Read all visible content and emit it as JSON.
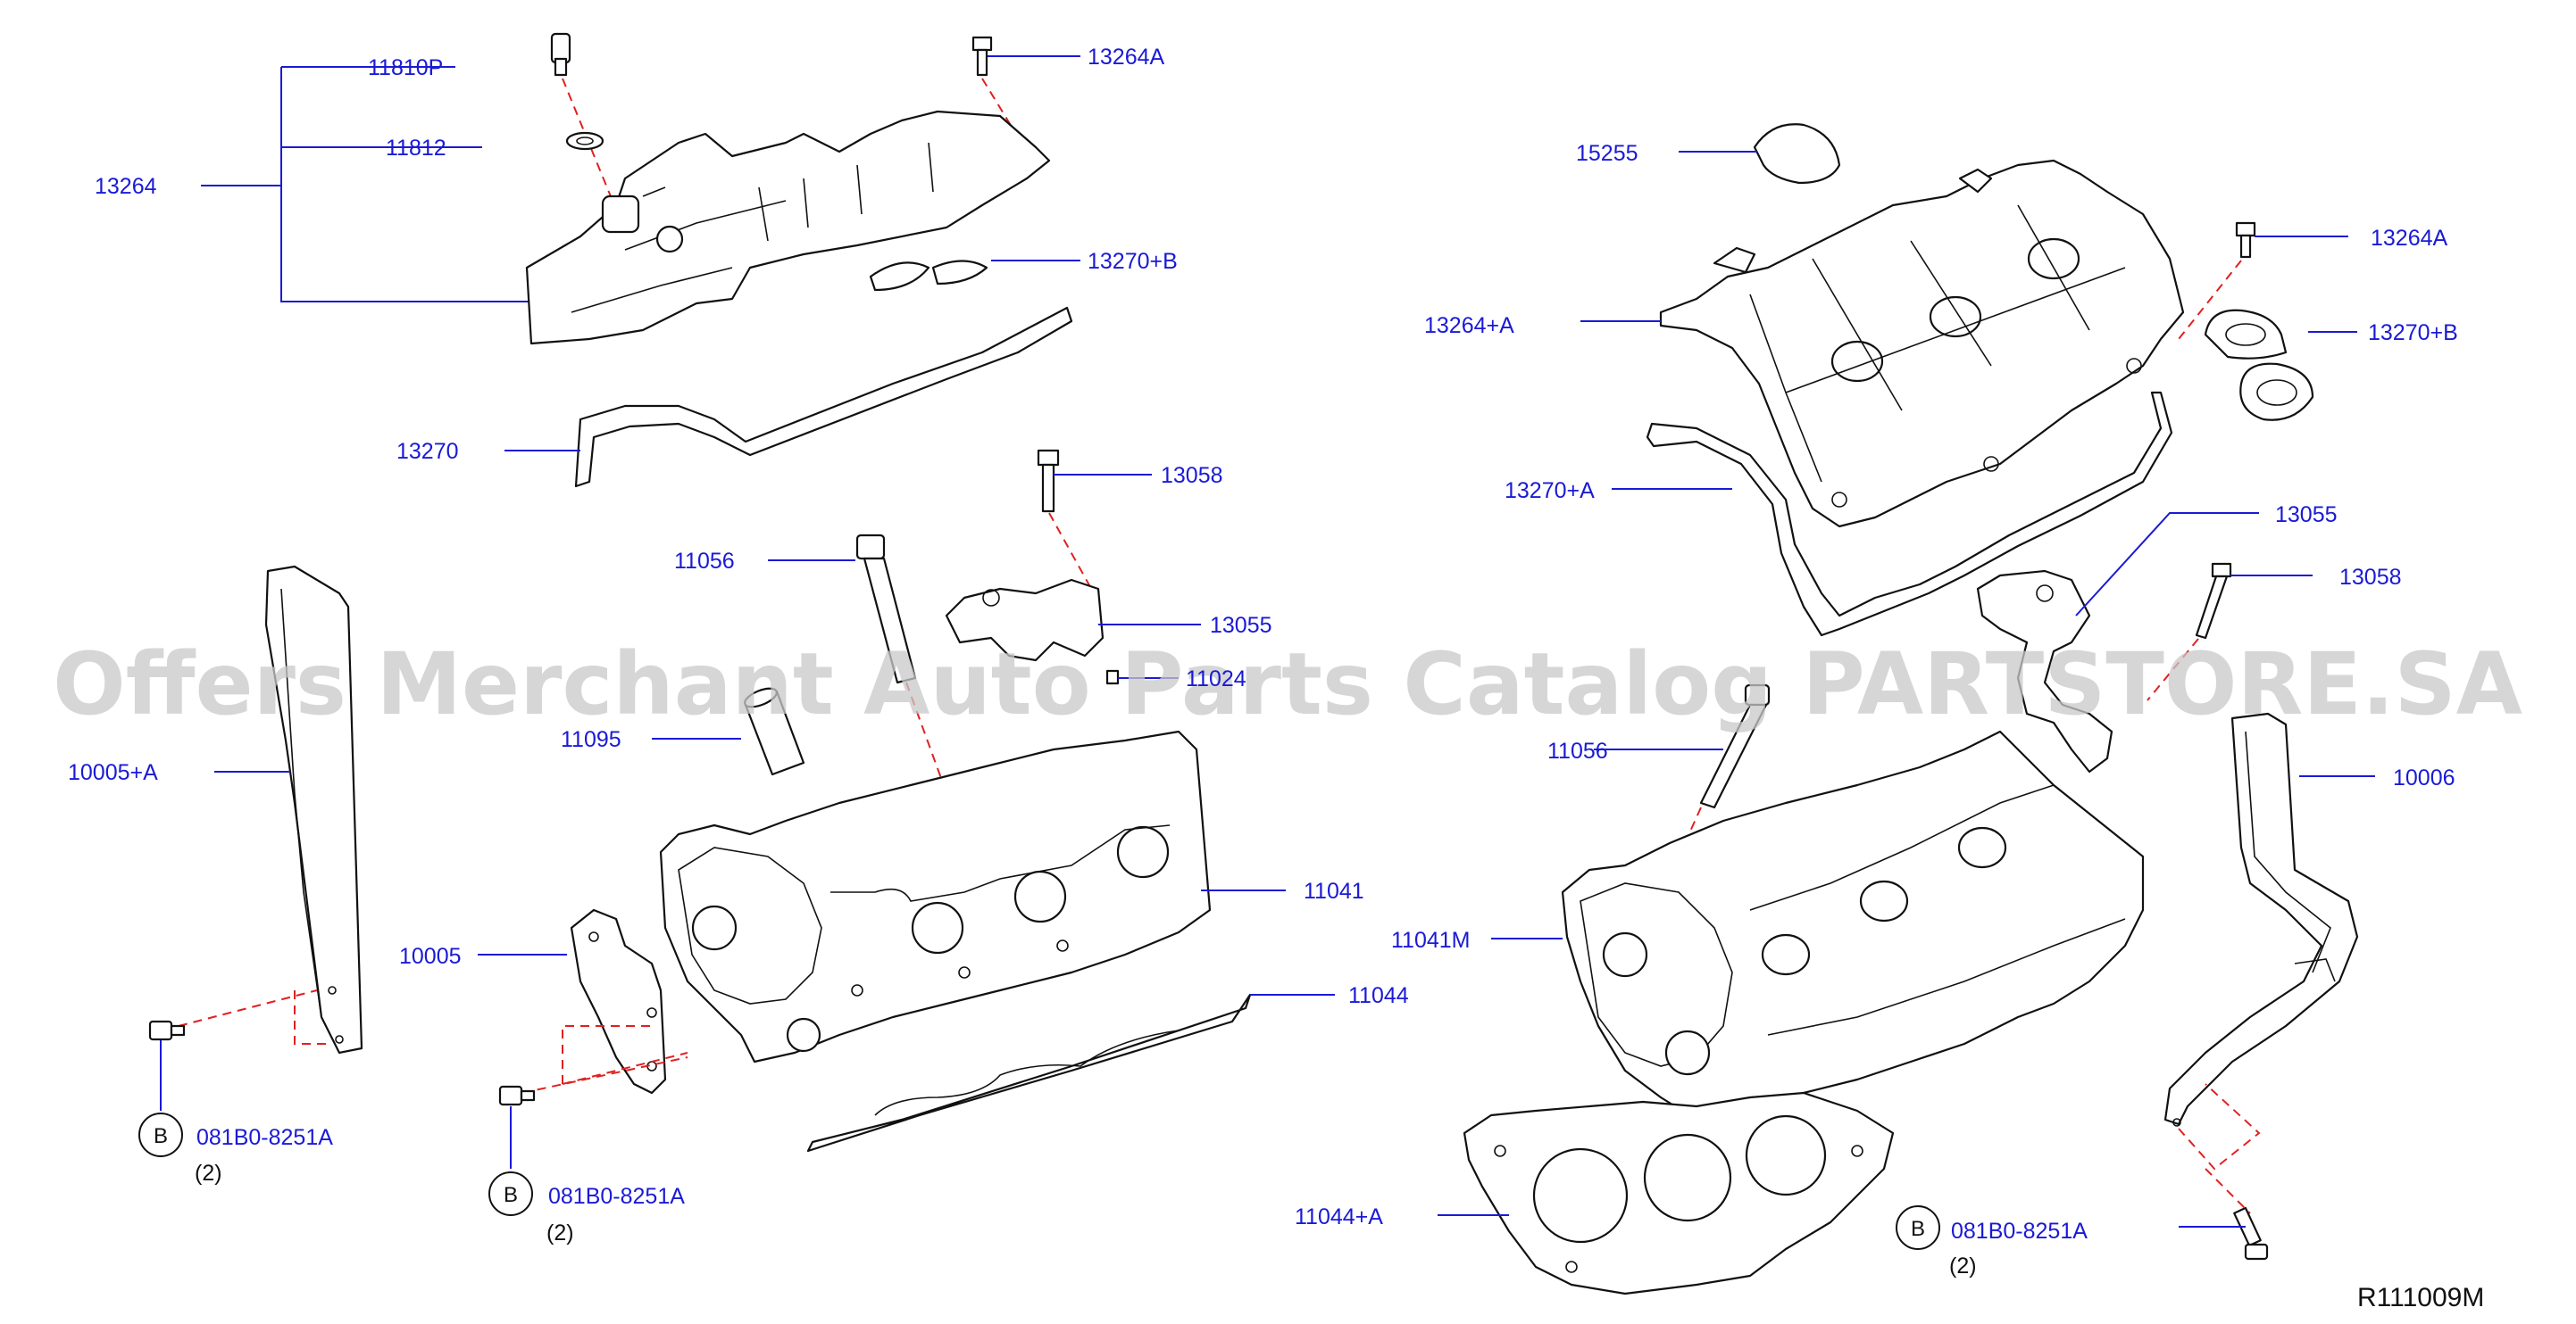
{
  "labels": {
    "p11810P": "11810P",
    "p13264A_top": "13264A",
    "p13264": "13264",
    "p11812": "11812",
    "p13270B_left": "13270+B",
    "p13270": "13270",
    "p13058_left": "13058",
    "p11056_left": "11056",
    "p13055_left": "13055",
    "p11024": "11024",
    "p11095": "11095",
    "p10005A": "10005+A",
    "p11041": "11041",
    "p10005": "10005",
    "p11044": "11044",
    "p15255": "15255",
    "p13264A_right": "13264A",
    "p13264plusA": "13264+A",
    "p13270B_right": "13270+B",
    "p13270plusA": "13270+A",
    "p13055_right": "13055",
    "p13058_right": "13058",
    "p11056_right": "11056",
    "p10006": "10006",
    "p11041M": "11041M",
    "p11044plusA": "11044+A",
    "bolt_1": "081B0-8251A",
    "bolt_2": "081B0-8251A",
    "bolt_3": "081B0-8251A",
    "qty_1": "(2)",
    "qty_2": "(2)",
    "qty_3": "(2)",
    "circle_letter": "B"
  },
  "diagram_id": "R111009M",
  "watermark": "Offers Merchant Auto Parts Catalog PARTSTORE.SA",
  "colors": {
    "label": "#1a1ad6",
    "leader": "#1a1ad6",
    "dashed_guide": "#e02020",
    "outline": "#111111",
    "watermark": "#c9c9c9"
  }
}
